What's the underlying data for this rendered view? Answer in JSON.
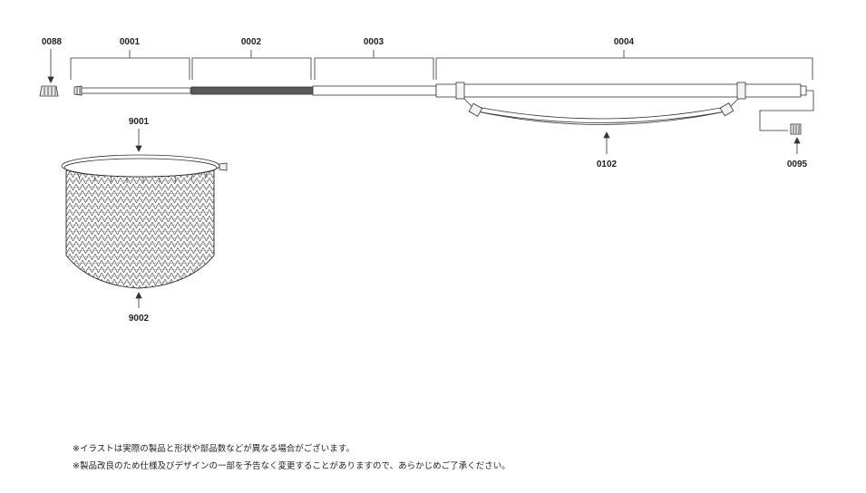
{
  "parts": {
    "p0088": "0088",
    "p0001": "0001",
    "p0002": "0002",
    "p0003": "0003",
    "p0004": "0004",
    "p0102": "0102",
    "p0095": "0095",
    "p9001": "9001",
    "p9002": "9002"
  },
  "notes": {
    "line1": "※イラストは実際の製品と形状や部品数などが異なる場合がございます。",
    "line2": "※製品改良のため仕様及びデザインの一部を予告なく変更することがありますので、あらかじめご了承ください。"
  },
  "colors": {
    "line": "#333333",
    "grip": "#5a5a5a",
    "mesh": "#555555"
  }
}
